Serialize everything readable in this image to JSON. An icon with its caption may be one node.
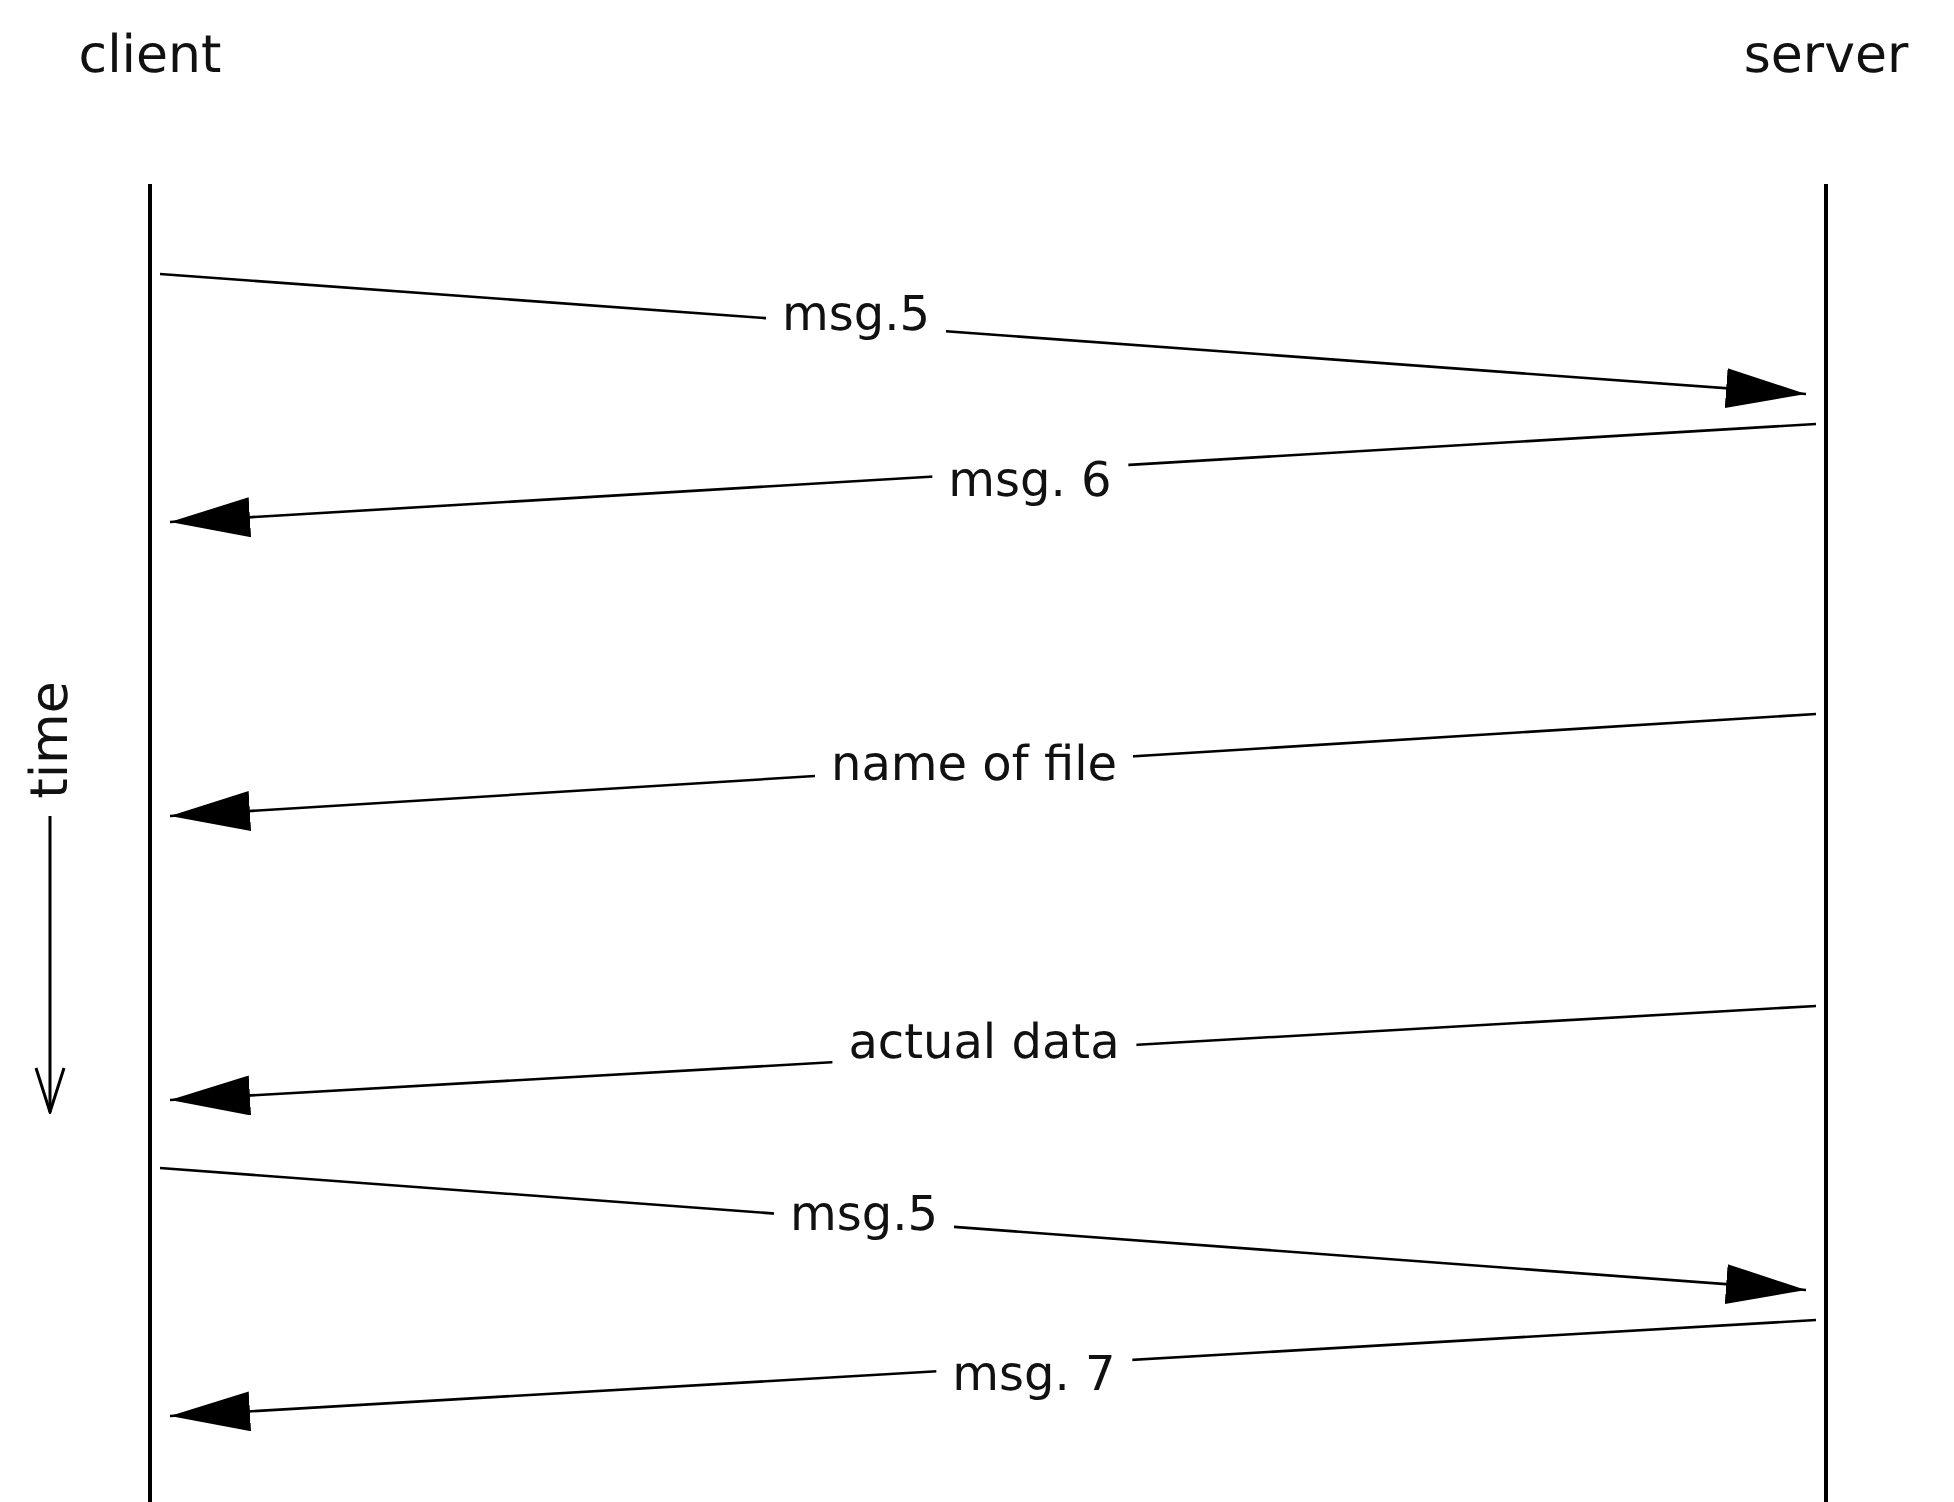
{
  "diagram": {
    "nodes": [
      {
        "text": [
          "client"
        ]
      },
      {
        "text": [
          "server"
        ]
      }
    ],
    "edges": [
      {
        "from": 0,
        "to": 1,
        "arrow": "to",
        "label": "msg.5"
      },
      {
        "from": 1,
        "to": 0,
        "arrow": "to",
        "label": "msg. 6"
      },
      {
        "from": 1,
        "to": 0,
        "arrow": "to",
        "label": "name of file"
      },
      {
        "from": 1,
        "to": 0,
        "arrow": "to",
        "label": "actual data"
      },
      {
        "from": 0,
        "to": 1,
        "arrow": "to",
        "label": "msg.5"
      },
      {
        "from": 1,
        "to": 0,
        "arrow": "to",
        "label": "msg. 7"
      }
    ],
    "labels": [
      "time"
    ]
  }
}
